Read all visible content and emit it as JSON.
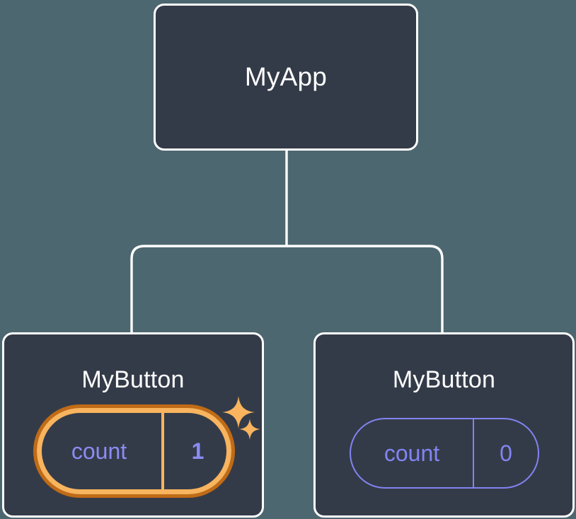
{
  "diagram": {
    "type": "component-tree",
    "background_color": "#4d6770",
    "node_fill_color": "#343b48",
    "node_border_color": "#ffffff",
    "connector_color": "#ffffff",
    "state_accent_color": "#8184f2",
    "highlight_outer_color": "#c06b16",
    "highlight_inner_color": "#f8b45e",
    "sparkle_color": "#f8b45e",
    "root": {
      "title": "MyApp"
    },
    "children": [
      {
        "title": "MyButton",
        "state": {
          "key": "count",
          "value": "1"
        },
        "highlighted": true,
        "sparkles": [
          "sparkle-large",
          "sparkle-small"
        ]
      },
      {
        "title": "MyButton",
        "state": {
          "key": "count",
          "value": "0"
        },
        "highlighted": false,
        "sparkles": []
      }
    ]
  }
}
